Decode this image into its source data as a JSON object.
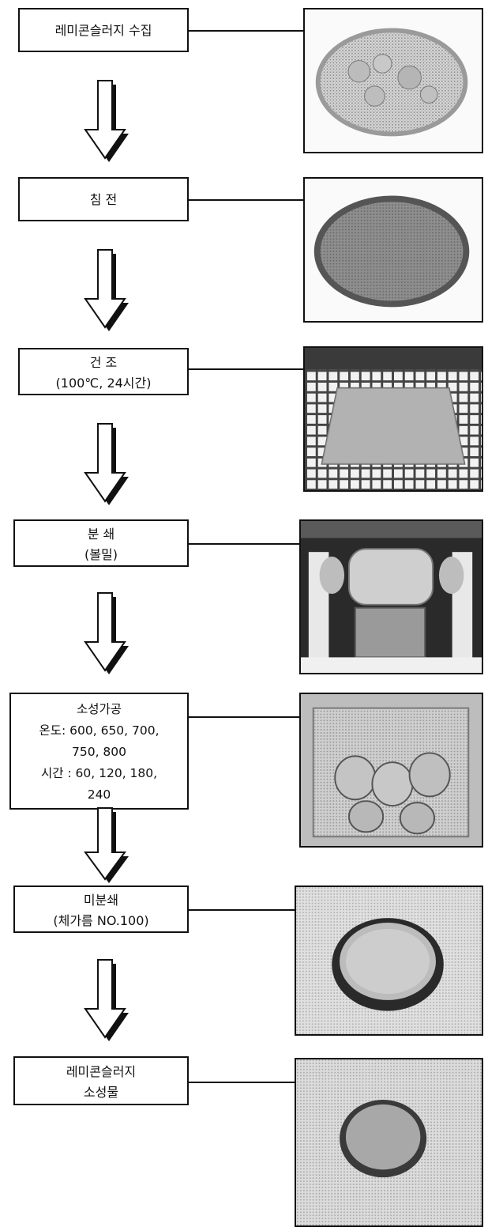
{
  "steps": [
    {
      "lines": [
        "레미콘슬러지 수집"
      ],
      "photo_icon": "slurry-dish-photo-icon"
    },
    {
      "lines": [
        "침 전"
      ],
      "photo_icon": "sediment-dish-photo-icon"
    },
    {
      "lines": [
        "건 조",
        "(100℃, 24시간)"
      ],
      "photo_icon": "drying-oven-photo-icon"
    },
    {
      "lines": [
        "분 쇄",
        "(볼밀)"
      ],
      "photo_icon": "ball-mill-photo-icon"
    },
    {
      "lines": [
        "소성가공",
        "온도: 600, 650, 700,",
        "750, 800",
        "시간 : 60, 120, 180,",
        "240"
      ],
      "photo_icon": "kiln-samples-photo-icon"
    },
    {
      "lines": [
        "미분쇄",
        "(체가름 NO.100)"
      ],
      "photo_icon": "sieved-powder-photo-icon"
    },
    {
      "lines": [
        "레미콘슬러지",
        "소성물"
      ],
      "photo_icon": "calcined-product-photo-icon"
    }
  ],
  "arrow_icon": "down-arrow-icon"
}
